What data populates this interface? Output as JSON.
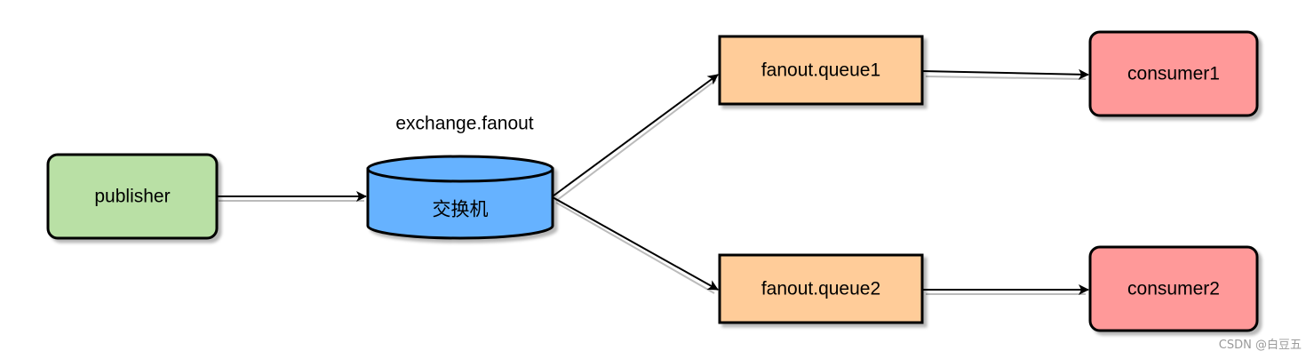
{
  "diagram": {
    "nodes": {
      "publisher": {
        "label": "publisher",
        "fill": "#b9e0a5"
      },
      "exchange": {
        "title": "exchange.fanout",
        "label": "交换机",
        "fill": "#66b2ff"
      },
      "queue1": {
        "label": "fanout.queue1",
        "fill": "#ffcc99"
      },
      "queue2": {
        "label": "fanout.queue2",
        "fill": "#ffcc99"
      },
      "consumer1": {
        "label": "consumer1",
        "fill": "#ff9999"
      },
      "consumer2": {
        "label": "consumer2",
        "fill": "#ff9999"
      }
    },
    "edges": [
      {
        "from": "publisher",
        "to": "exchange"
      },
      {
        "from": "exchange",
        "to": "queue1"
      },
      {
        "from": "exchange",
        "to": "queue2"
      },
      {
        "from": "queue1",
        "to": "consumer1"
      },
      {
        "from": "queue2",
        "to": "consumer2"
      }
    ],
    "stroke": "#000000"
  },
  "watermark": "CSDN @白豆五"
}
